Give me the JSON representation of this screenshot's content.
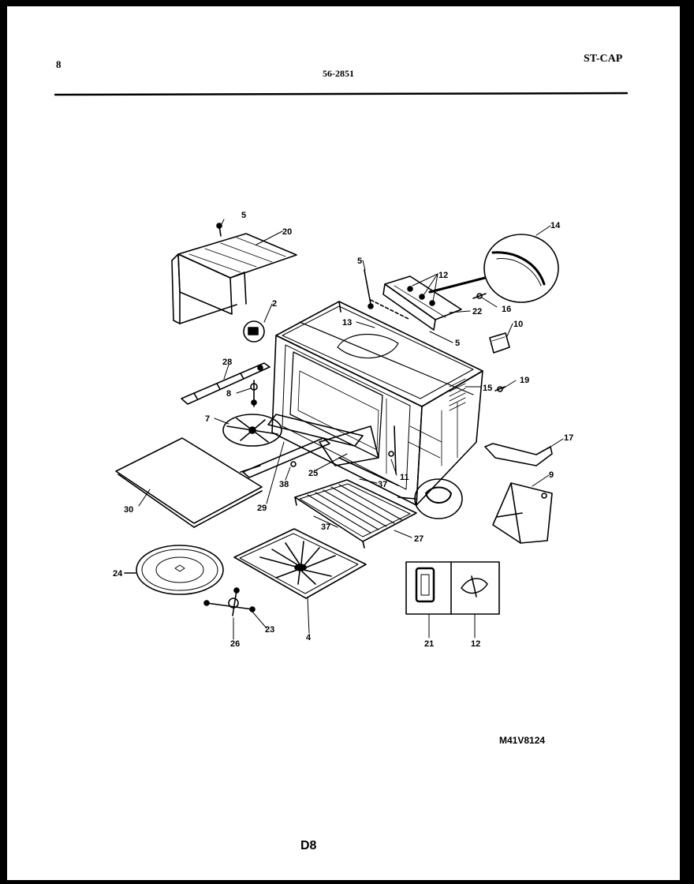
{
  "header": {
    "page_num": "8",
    "doc_code": "56-2851",
    "model_code": "ST-CAP"
  },
  "diagram": {
    "model_ref": "M41V8124",
    "page_id": "D8",
    "callouts": [
      {
        "key": "c5a",
        "text": "5"
      },
      {
        "key": "c20",
        "text": "20"
      },
      {
        "key": "c14",
        "text": "14"
      },
      {
        "key": "c5b",
        "text": "5"
      },
      {
        "key": "c12a",
        "text": "12"
      },
      {
        "key": "c16",
        "text": "16"
      },
      {
        "key": "c22",
        "text": "22"
      },
      {
        "key": "c2",
        "text": "2"
      },
      {
        "key": "c13",
        "text": "13"
      },
      {
        "key": "c5c",
        "text": "5"
      },
      {
        "key": "c10",
        "text": "10"
      },
      {
        "key": "c28",
        "text": "28"
      },
      {
        "key": "c19",
        "text": "19"
      },
      {
        "key": "c8",
        "text": "8"
      },
      {
        "key": "c15",
        "text": "15"
      },
      {
        "key": "c7",
        "text": "7"
      },
      {
        "key": "c17",
        "text": "17"
      },
      {
        "key": "c9",
        "text": "9"
      },
      {
        "key": "c25",
        "text": "25"
      },
      {
        "key": "c11",
        "text": "11"
      },
      {
        "key": "c38",
        "text": "38"
      },
      {
        "key": "c37a",
        "text": "37"
      },
      {
        "key": "c30",
        "text": "30"
      },
      {
        "key": "c29",
        "text": "29"
      },
      {
        "key": "c37b",
        "text": "37"
      },
      {
        "key": "c27",
        "text": "27"
      },
      {
        "key": "c24",
        "text": "24"
      },
      {
        "key": "c23",
        "text": "23"
      },
      {
        "key": "c26",
        "text": "26"
      },
      {
        "key": "c4",
        "text": "4"
      },
      {
        "key": "c21",
        "text": "21"
      },
      {
        "key": "c12b",
        "text": "12"
      }
    ]
  }
}
